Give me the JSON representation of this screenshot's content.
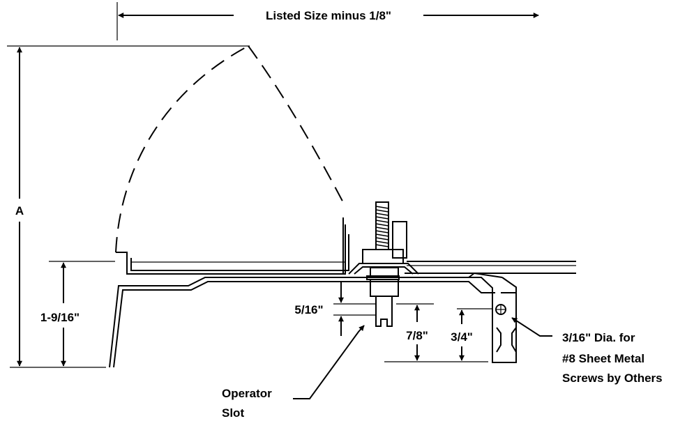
{
  "labels": {
    "listed_size": "Listed Size minus 1/8\"",
    "dim_a": "A",
    "dim_1_9_16": "1-9/16\"",
    "dim_5_16": "5/16\"",
    "dim_7_8": "7/8\"",
    "dim_3_4": "3/4\"",
    "hole_line1": "3/16\" Dia. for",
    "hole_line2": "#8 Sheet Metal",
    "hole_line3": "Screws by Others",
    "operator_line1": "Operator",
    "operator_line2": "Slot"
  },
  "colors": {
    "ink": "#000000",
    "background": "#ffffff"
  }
}
